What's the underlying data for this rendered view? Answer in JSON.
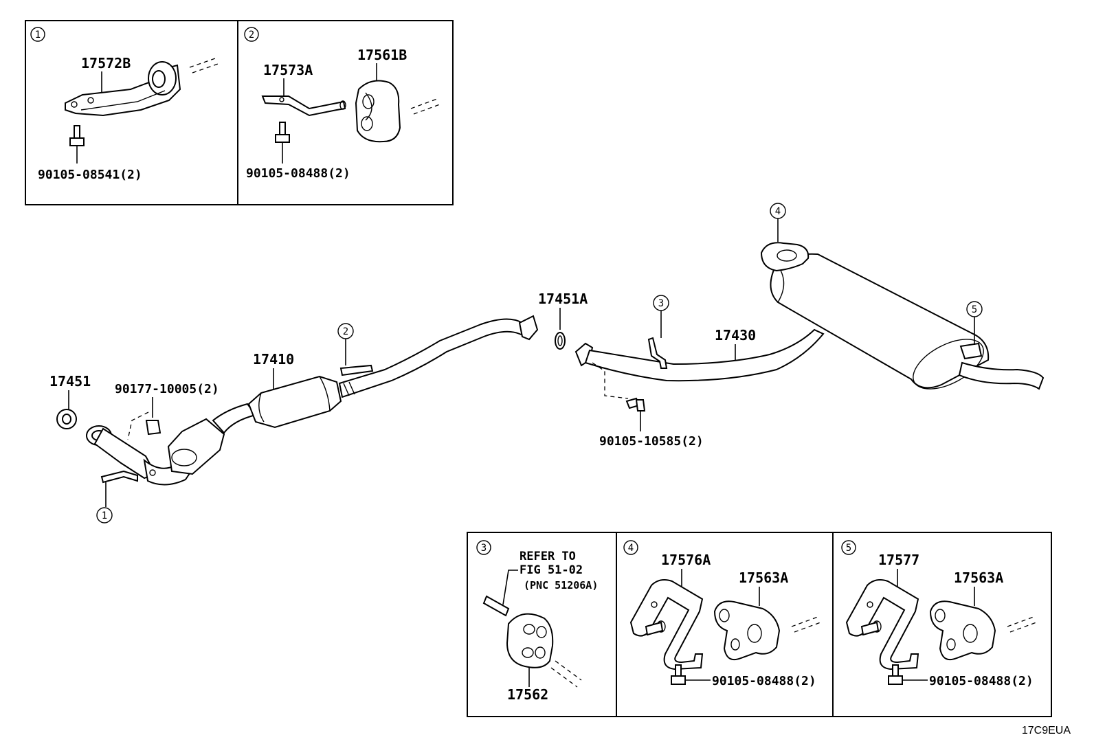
{
  "diagram_id": "17C9EUA",
  "callouts": {
    "c1": "1",
    "c2": "2",
    "c3": "3",
    "c4": "4",
    "c5": "5"
  },
  "main_parts": {
    "gasket_front": "17451",
    "nut": "90177-10005(2)",
    "front_pipe": "17410",
    "gasket_center": "17451A",
    "tail_pipe": "17430",
    "bolt": "90105-10585(2)"
  },
  "inset_1": {
    "number": "1",
    "bracket": "17572B",
    "bolt": "90105-08541(2)"
  },
  "inset_2": {
    "number": "2",
    "bracket": "17573A",
    "support": "17561B",
    "bolt": "90105-08488(2)"
  },
  "inset_3": {
    "number": "3",
    "refer_line1": "REFER TO",
    "refer_line2": "FIG 51-02",
    "refer_line3": "(PNC 51206A)",
    "support": "17562"
  },
  "inset_4": {
    "number": "4",
    "bracket": "17576A",
    "support": "17563A",
    "bolt": "90105-08488(2)"
  },
  "inset_5": {
    "number": "5",
    "bracket": "17577",
    "support": "17563A",
    "bolt": "90105-08488(2)"
  }
}
